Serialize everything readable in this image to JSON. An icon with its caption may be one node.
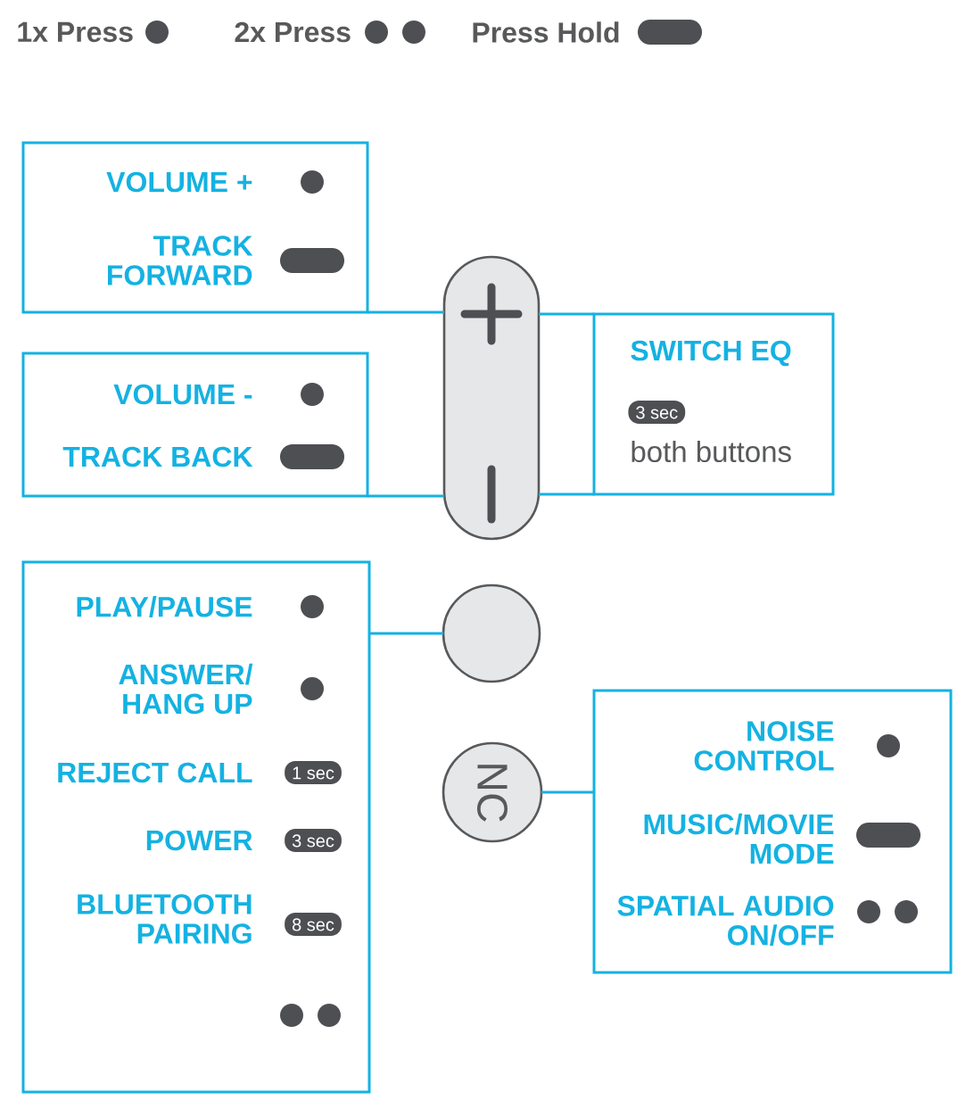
{
  "diagram": {
    "nodes": [
      {
        "text": [
          "VOLUME +",
          "TRACK FORWARD"
        ]
      },
      {
        "text": [
          "VOLUME -",
          "TRACK BACK"
        ]
      },
      {
        "text": [],
        "shape": "button"
      },
      {
        "text": [
          "SWITCH EQ",
          "3 sec",
          "both buttons"
        ]
      },
      {
        "text": [
          "PLAY/PAUSE",
          "ANSWER/ HANG UP",
          "REJECT CALL",
          "1 sec",
          "POWER",
          "3 sec",
          "BLUETOOTH PAIRING",
          "8 sec"
        ]
      },
      {
        "text": [],
        "shape": "circle"
      },
      {
        "text": [
          "NC"
        ]
      },
      {
        "text": [
          "NOISE CONTROL",
          "MUSIC/MOVIE MODE",
          "SPATIAL AUDIO ON/OFF"
        ]
      }
    ],
    "edges": [
      {
        "from": 0,
        "to": 2,
        "arrow": "none"
      },
      {
        "from": 1,
        "to": 2,
        "arrow": "none"
      },
      {
        "from": 2,
        "to": 3,
        "arrow": "none"
      },
      {
        "from": 2,
        "to": 3,
        "arrow": "none"
      },
      {
        "from": 4,
        "to": 5,
        "arrow": "none"
      },
      {
        "from": 6,
        "to": 7,
        "arrow": "none"
      }
    ],
    "legend": [
      {
        "text": "1x Press"
      },
      {
        "text": "2x Press"
      },
      {
        "text": "Press Hold"
      }
    ]
  }
}
